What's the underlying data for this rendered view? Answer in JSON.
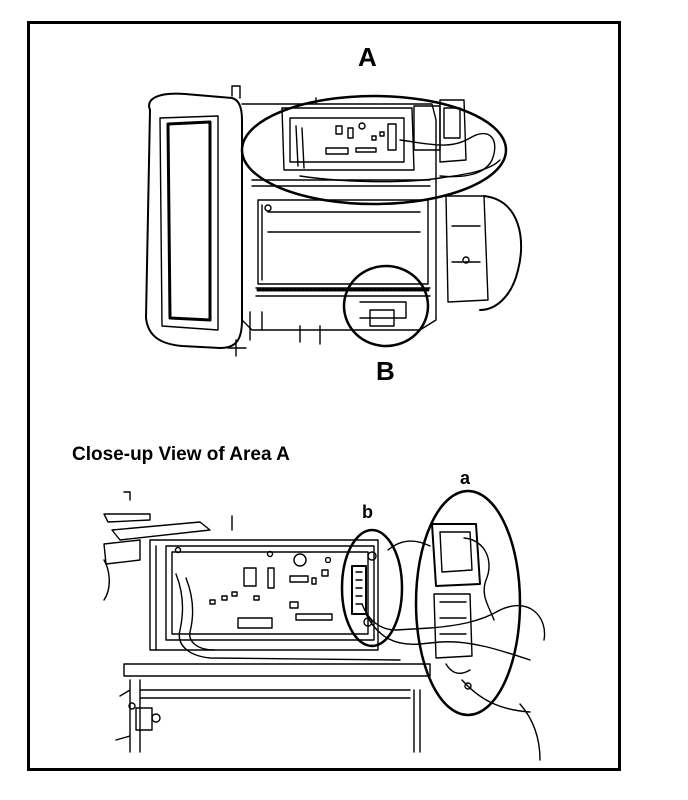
{
  "figure": {
    "callout_A": "A",
    "callout_B": "B",
    "closeup_caption": "Close-up View of Area A",
    "callout_a": "a",
    "callout_b": "b"
  }
}
